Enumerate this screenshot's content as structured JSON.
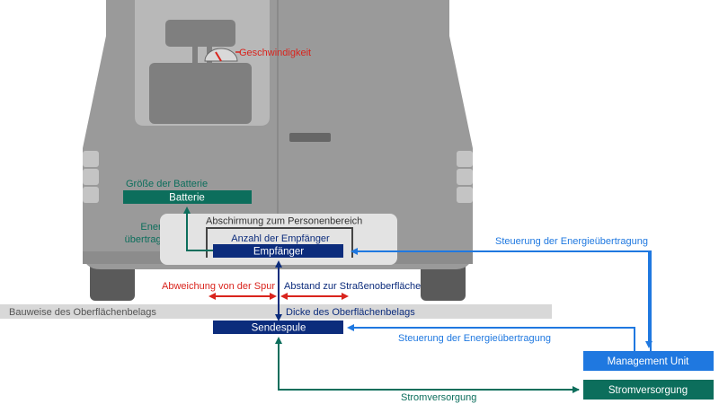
{
  "labels": {
    "speed": "Geschwindigkeit",
    "battery_size": "Größe der Batterie",
    "battery": "Batterie",
    "energy_transfer_1": "Energie-",
    "energy_transfer_2": "übertragung",
    "shielding": "Abschirmung zum Personenbereich",
    "receiver_count": "Anzahl der Empfänger",
    "receiver": "Empfänger",
    "control_top": "Steuerung der Energieübertragung",
    "lane_deviation": "Abweichung von der Spur",
    "road_distance": "Abstand zur Straßenoberfläche",
    "pavement_construction": "Bauweise des Oberflächenbelags",
    "pavement_thickness": "Dicke des Oberflächenbelags",
    "transmitter_coil": "Sendespule",
    "control_bottom": "Steuerung der Energieübertragung",
    "management_unit": "Management Unit",
    "power_supply_box": "Stromversorgung",
    "power_supply_line": "Stromversorgung"
  },
  "colors": {
    "van_body": "#9a9a9a",
    "van_panel": "#7f7f7f",
    "van_light": "#c4c4c4",
    "navy": "#0c2c7c",
    "teal": "#0c6e5c",
    "blue": "#1f78e0",
    "red": "#d9241d",
    "shield_box": "#e3e3e3",
    "pavement": "#d8d8d8",
    "tire": "#5a5a5a"
  }
}
